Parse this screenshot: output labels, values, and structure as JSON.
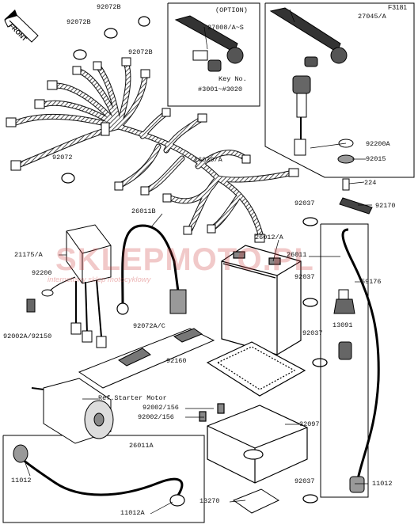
{
  "figure_code": "F3181",
  "direction": "FRONT",
  "option_box": {
    "title": "(OPTION)",
    "part": "27008/A~S",
    "key_title": "Key No.",
    "key_range": "#3001~#3020"
  },
  "watermark": {
    "main": "SKLEPMOTO.PL",
    "sub": "internetowy sklep motocyklowy"
  },
  "parts": {
    "p92072b_1": "92072B",
    "p92072b_2": "92072B",
    "p92072b_3": "92072B",
    "p27045a": "27045/A",
    "p92072": "92072",
    "p26030a": "26030/A",
    "p92200a": "92200A",
    "p92015": "92015",
    "p224": "224",
    "p26011b": "26011B",
    "p92037_1": "92037",
    "p92170": "92170",
    "p26012a": "26012/A",
    "p21175a": "21175/A",
    "p26011": "26011",
    "p92200": "92200",
    "p92037_2": "92037",
    "p59176": "59176",
    "p92002a": "92002A/92150",
    "p92072ac": "92072A/C",
    "p13091": "13091",
    "p92037_3": "92037",
    "p92160": "92160",
    "p_starter": "Ref.Starter Motor",
    "p92002_1": "92002/156",
    "p92002_2": "92002/156",
    "p32097": "32097",
    "p26011a": "26011A",
    "p11012_1": "11012",
    "p11012_2": "11012",
    "p92037_4": "92037",
    "p11012a": "11012A",
    "p13270": "13270"
  }
}
